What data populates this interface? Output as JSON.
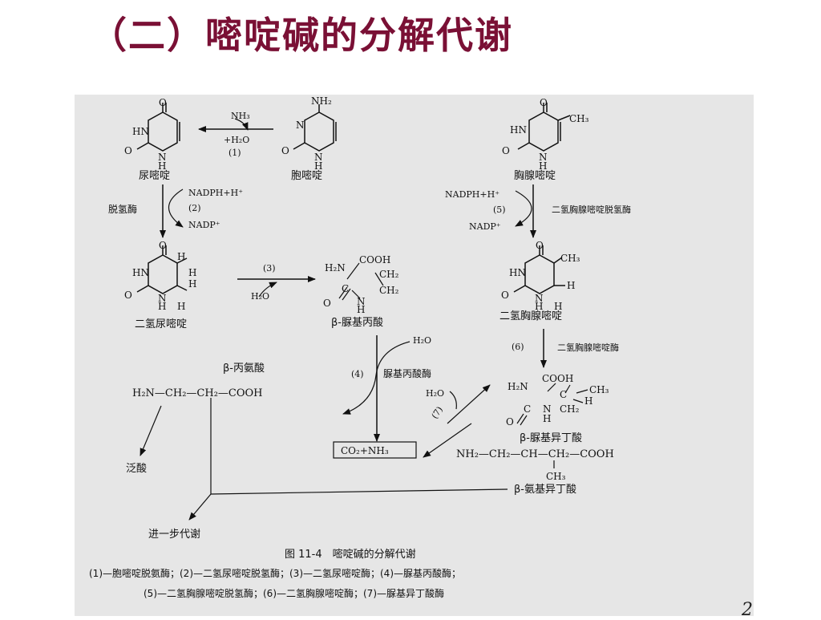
{
  "title": "（二）嘧啶碱的分解代谢",
  "compounds": {
    "uracil": "尿嘧啶",
    "cytosine": "胞嘧啶",
    "thymine": "胸腺嘧啶",
    "dihydrouracil": "二氢尿嘧啶",
    "ureidopropionate": "β-脲基丙酸",
    "dihydrothymine": "二氢胸腺嘧啶",
    "beta_alanine": "β-丙氨酸",
    "ureidoisobutyrate": "β-脲基异丁酸",
    "aminoisobutyrate": "β-氨基异丁酸",
    "pantothenic": "泛酸",
    "further": "进一步代谢",
    "products": "CO₂+NH₃"
  },
  "formulas": {
    "beta_alanine": "H₂N—CH₂—CH₂—COOH",
    "aminoisobutyrate_main": "NH₂—CH₂—CH—CH₂—COOH",
    "aminoisobutyrate_branch": "CH₃"
  },
  "reagents": {
    "nh3": "NH₃",
    "h2o_plus": "+H₂O",
    "h2o": "H₂O",
    "nadph_h": "NADPH+H⁺",
    "nadp": "NADP⁺"
  },
  "enzymes": {
    "dehydrogenase": "脱氢酶",
    "dht_dehydrogenase": "二氢胸腺嘧啶脱氢酶",
    "dhtase": "二氢胸腺嘧啶酶",
    "ureidopropionase": "脲基丙酸酶"
  },
  "steps": [
    "(1)",
    "(2)",
    "(3)",
    "(4)",
    "(5)",
    "(6)",
    "(7)"
  ],
  "caption": "图 11-4　嘧啶碱的分解代谢",
  "legend_line1": "(1)—胞嘧啶脱氨酶；(2)—二氢尿嘧啶脱氢酶；(3)—二氢尿嘧啶酶；(4)—脲基丙酸酶；",
  "legend_line2": "(5)—二氢胸腺嘧啶脱氢酶；(6)—二氢胸腺嘧啶酶；(7)—脲基异丁酸酶",
  "page_number": "2"
}
